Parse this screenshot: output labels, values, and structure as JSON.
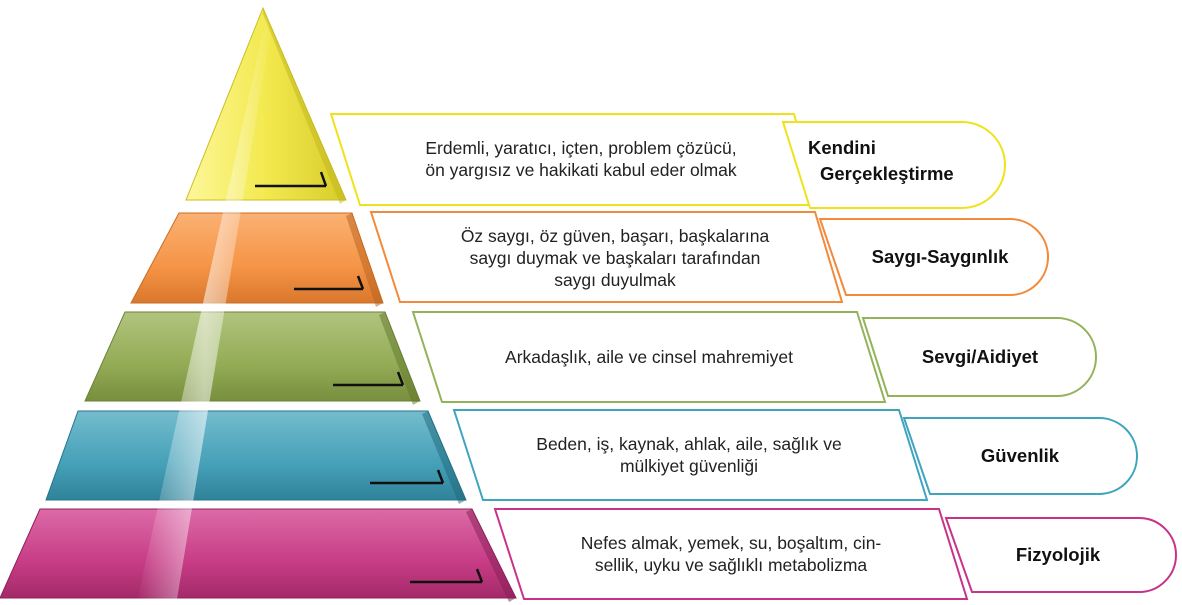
{
  "levels": [
    {
      "label_lines": [
        "Kendini",
        "Gerçekleştirme"
      ],
      "desc_lines": [
        "Erdemli, yaratıcı, içten, problem çözücü,",
        "ön yargısız ve hakikati kabul eder olmak"
      ],
      "color": "#f5ec5c",
      "border": "#f0e21a"
    },
    {
      "label_lines": [
        "Saygı-Saygınlık"
      ],
      "desc_lines": [
        "Öz saygı, öz güven, başarı, başkalarına",
        "saygı duymak ve başkaları tarafından",
        "saygı duyulmak"
      ],
      "color": "#f5974e",
      "border": "#f28a3a"
    },
    {
      "label_lines": [
        "Sevgi/Aidiyet"
      ],
      "desc_lines": [
        "Arkadaşlık, aile ve cinsel mahremiyet"
      ],
      "color": "#96ad5a",
      "border": "#93b35a"
    },
    {
      "label_lines": [
        "Güvenlik"
      ],
      "desc_lines": [
        "Beden, iş, kaynak, ahlak, aile, sağlık ve",
        "mülkiyet güvenliği"
      ],
      "color": "#4aa3ba",
      "border": "#3fa5bf"
    },
    {
      "label_lines": [
        "Fizyolojik"
      ],
      "desc_lines": [
        "Nefes almak, yemek, su, boşaltım, cin-",
        "sellik, uyku ve sağlıklı metabolizma"
      ],
      "color": "#c83e86",
      "border": "#c8338a"
    }
  ]
}
